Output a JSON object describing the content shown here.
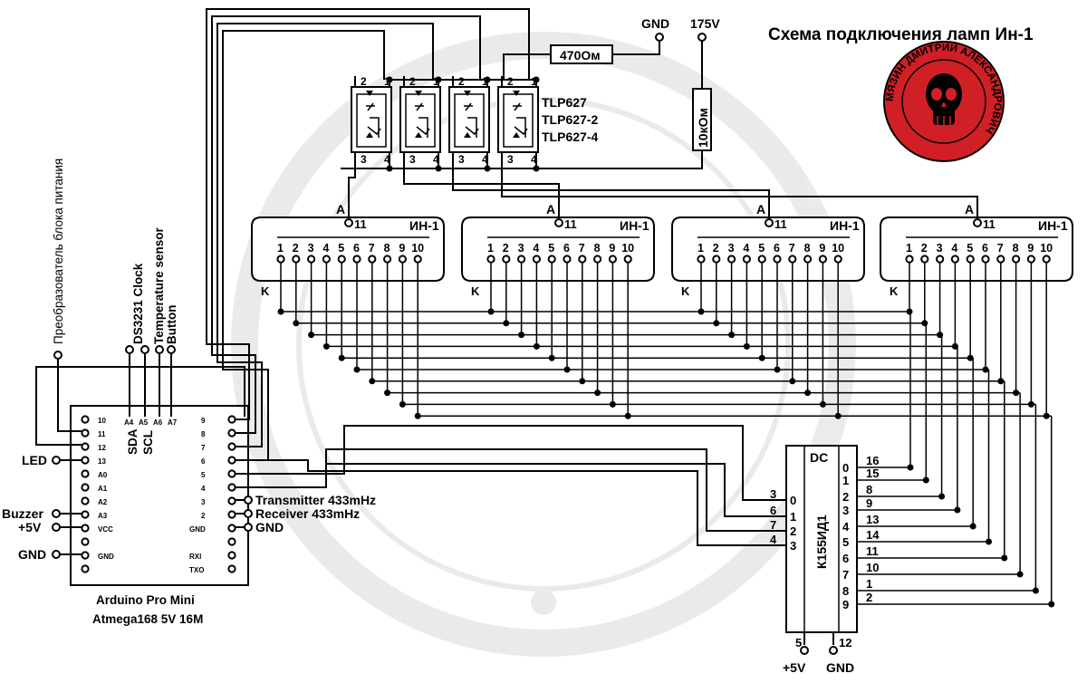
{
  "title": "Схема подключения ламп Ин-1",
  "seal": {
    "text": "МЯЗИН ДМИТРИЙ АЛЕКСАНДРОВИЧ",
    "bg_color": "#d11f26"
  },
  "power": {
    "gnd_label": "GND",
    "hv_label": "175V",
    "r1_label": "470Ом",
    "r2_label": "10кОм"
  },
  "optocoupler": {
    "labels": [
      "TLP627",
      "TLP627-2",
      "TLP627-4"
    ],
    "pin_labels": [
      "2",
      "1",
      "3",
      "4"
    ]
  },
  "lamp": {
    "name": "ИН-1",
    "anode_label": "A",
    "anode_pin": "11",
    "cathode_label": "K",
    "pins": [
      "1",
      "2",
      "3",
      "4",
      "5",
      "6",
      "7",
      "8",
      "9",
      "10"
    ]
  },
  "arduino": {
    "name": "Arduino Pro Mini",
    "chip": "Atmega168 5V 16M",
    "left_pins": [
      "10",
      "11",
      "12",
      "13",
      "A0",
      "A1",
      "A2",
      "A3",
      "VCC",
      "",
      "GND",
      ""
    ],
    "right_pins": [
      "9",
      "8",
      "7",
      "6",
      "5",
      "4",
      "3",
      "2",
      "GND",
      "",
      "RXI",
      "TXO"
    ],
    "bottom_pins": [
      "A4",
      "A5",
      "A6",
      "A7"
    ],
    "sda": "SDA",
    "scl": "SCL"
  },
  "top_signals": [
    "Преобразователь блока питания",
    "DS3231 Clock",
    "Temperature sensor",
    "Button"
  ],
  "left_signals": {
    "led": "LED",
    "buzzer": "Buzzer",
    "plus5v": "+5V",
    "gnd": "GND"
  },
  "right_signals": [
    "Transmitter 433mHz",
    "Receiver 433mHz",
    "GND"
  ],
  "decoder": {
    "name": "К155ИД1",
    "dc": "DC",
    "in_labels": [
      "0",
      "1",
      "2",
      "3"
    ],
    "in_pins": [
      "3",
      "6",
      "7",
      "4"
    ],
    "out_labels": [
      "0",
      "1",
      "2",
      "3",
      "4",
      "5",
      "6",
      "7",
      "8",
      "9"
    ],
    "out_pins": [
      "16",
      "15",
      "8",
      "9",
      "13",
      "14",
      "11",
      "10",
      "1",
      "2"
    ],
    "pin5": "5",
    "pin12": "12",
    "vcc": "+5V",
    "gnd": "GND"
  }
}
